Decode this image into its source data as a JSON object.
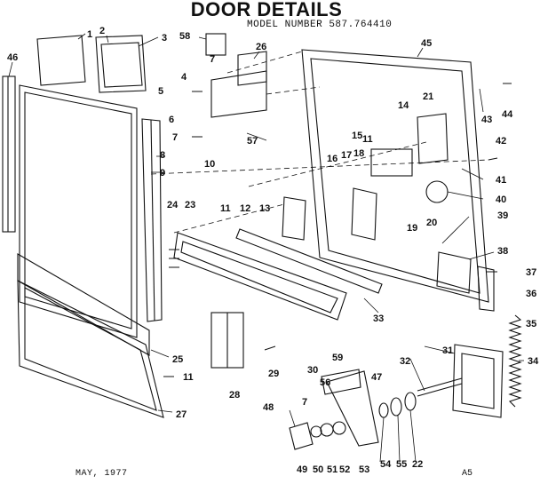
{
  "header": {
    "title": "DOOR DETAILS",
    "model_text": "MODEL NUMBER  587.764410"
  },
  "footer": {
    "date_text": "MAY, 1977",
    "code_text": "A5"
  },
  "part_labels": [
    "1",
    "2",
    "3",
    "58",
    "26",
    "45",
    "46",
    "7",
    "4",
    "5",
    "6",
    "7",
    "57",
    "14",
    "21",
    "43",
    "44",
    "8",
    "9",
    "10",
    "11",
    "12",
    "15",
    "16",
    "17",
    "18",
    "11",
    "42",
    "41",
    "40",
    "20",
    "19",
    "39",
    "13",
    "24",
    "23",
    "38",
    "37",
    "36",
    "35",
    "33",
    "25",
    "11",
    "27",
    "28",
    "29",
    "30",
    "59",
    "47",
    "56",
    "7",
    "48",
    "31",
    "32",
    "34",
    "49",
    "50",
    "51",
    "52",
    "53",
    "54",
    "55",
    "22"
  ]
}
